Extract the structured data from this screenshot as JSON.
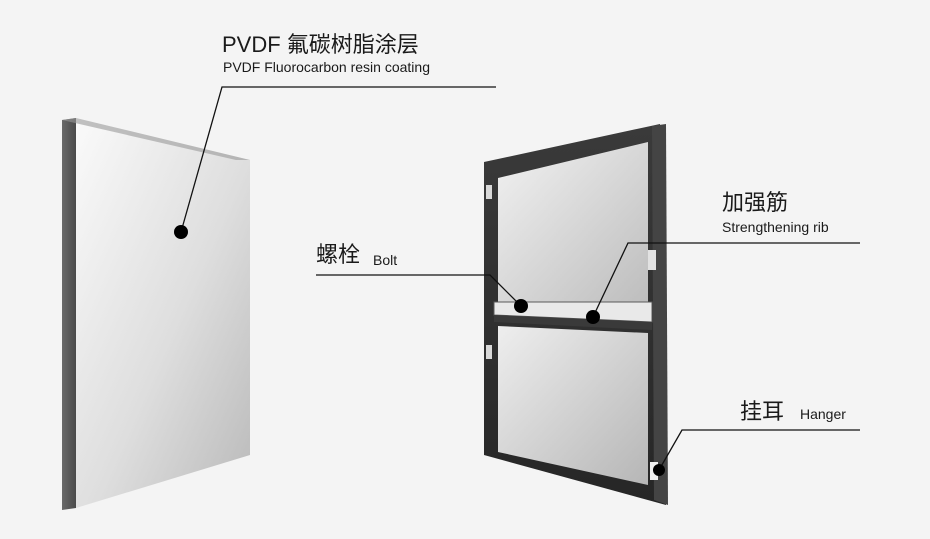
{
  "labels": {
    "coating": {
      "zh": "PVDF 氟碳树脂涂层",
      "en": "PVDF Fluorocarbon resin coating"
    },
    "rib": {
      "zh": "加强筋",
      "en": "Strengthening rib"
    },
    "bolt": {
      "zh": "螺栓",
      "en": "Bolt"
    },
    "hanger": {
      "zh": "挂耳",
      "en": "Hanger"
    }
  },
  "colors": {
    "background": "#f4f4f4",
    "frame": "#2e2e2e",
    "leader": "#111111"
  }
}
